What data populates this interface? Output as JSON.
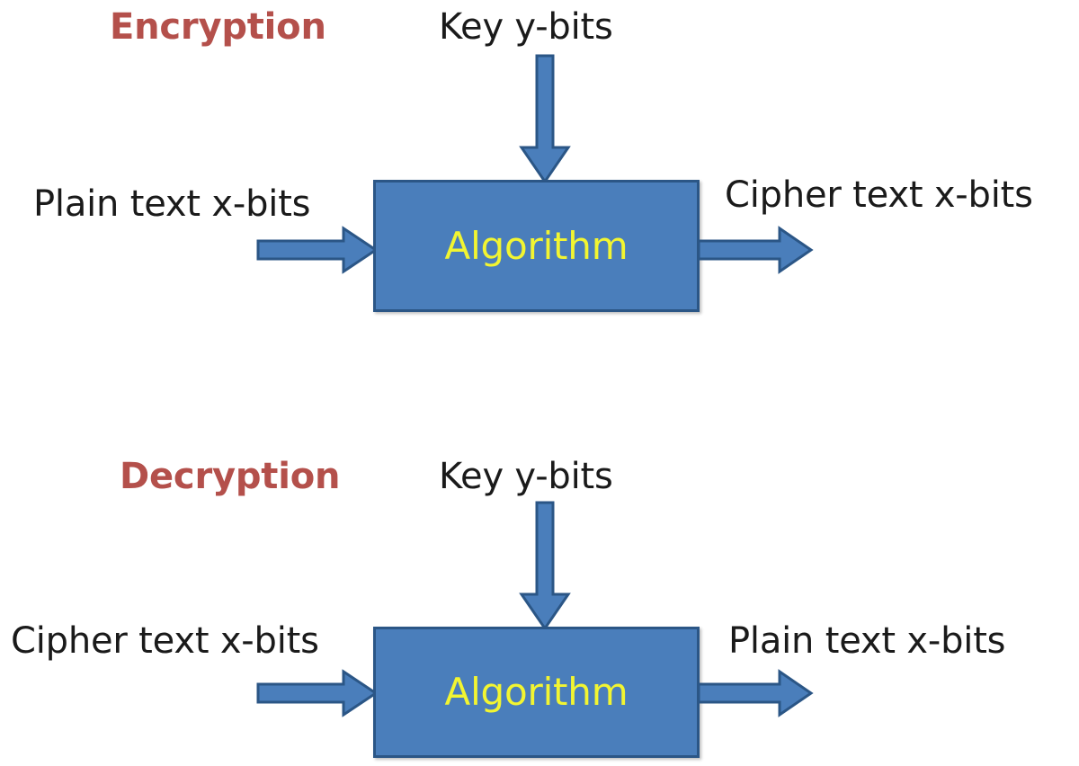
{
  "diagram": {
    "title_encryption": "Encryption",
    "title_decryption": "Decryption",
    "algorithm_label": "Algorithm",
    "colors": {
      "title_red": "#b4504b",
      "box_fill": "#4a7ebb",
      "box_border": "#2b5686",
      "algorithm_text": "#f2f531",
      "label_text": "#1a1a1a",
      "background": "#ffffff"
    },
    "sections": [
      {
        "name": "encryption",
        "title": "Encryption",
        "key_label": "Key y-bits",
        "input_label": "Plain text x-bits",
        "output_label": "Cipher text x-bits",
        "process_label": "Algorithm"
      },
      {
        "name": "decryption",
        "title": "Decryption",
        "key_label": "Key y-bits",
        "input_label": "Cipher text x-bits",
        "output_label": "Plain text x-bits",
        "process_label": "Algorithm"
      }
    ],
    "icons": {
      "down_arrow": "arrow-down-icon",
      "right_arrow_in": "arrow-right-icon",
      "right_arrow_out": "arrow-right-icon"
    }
  }
}
